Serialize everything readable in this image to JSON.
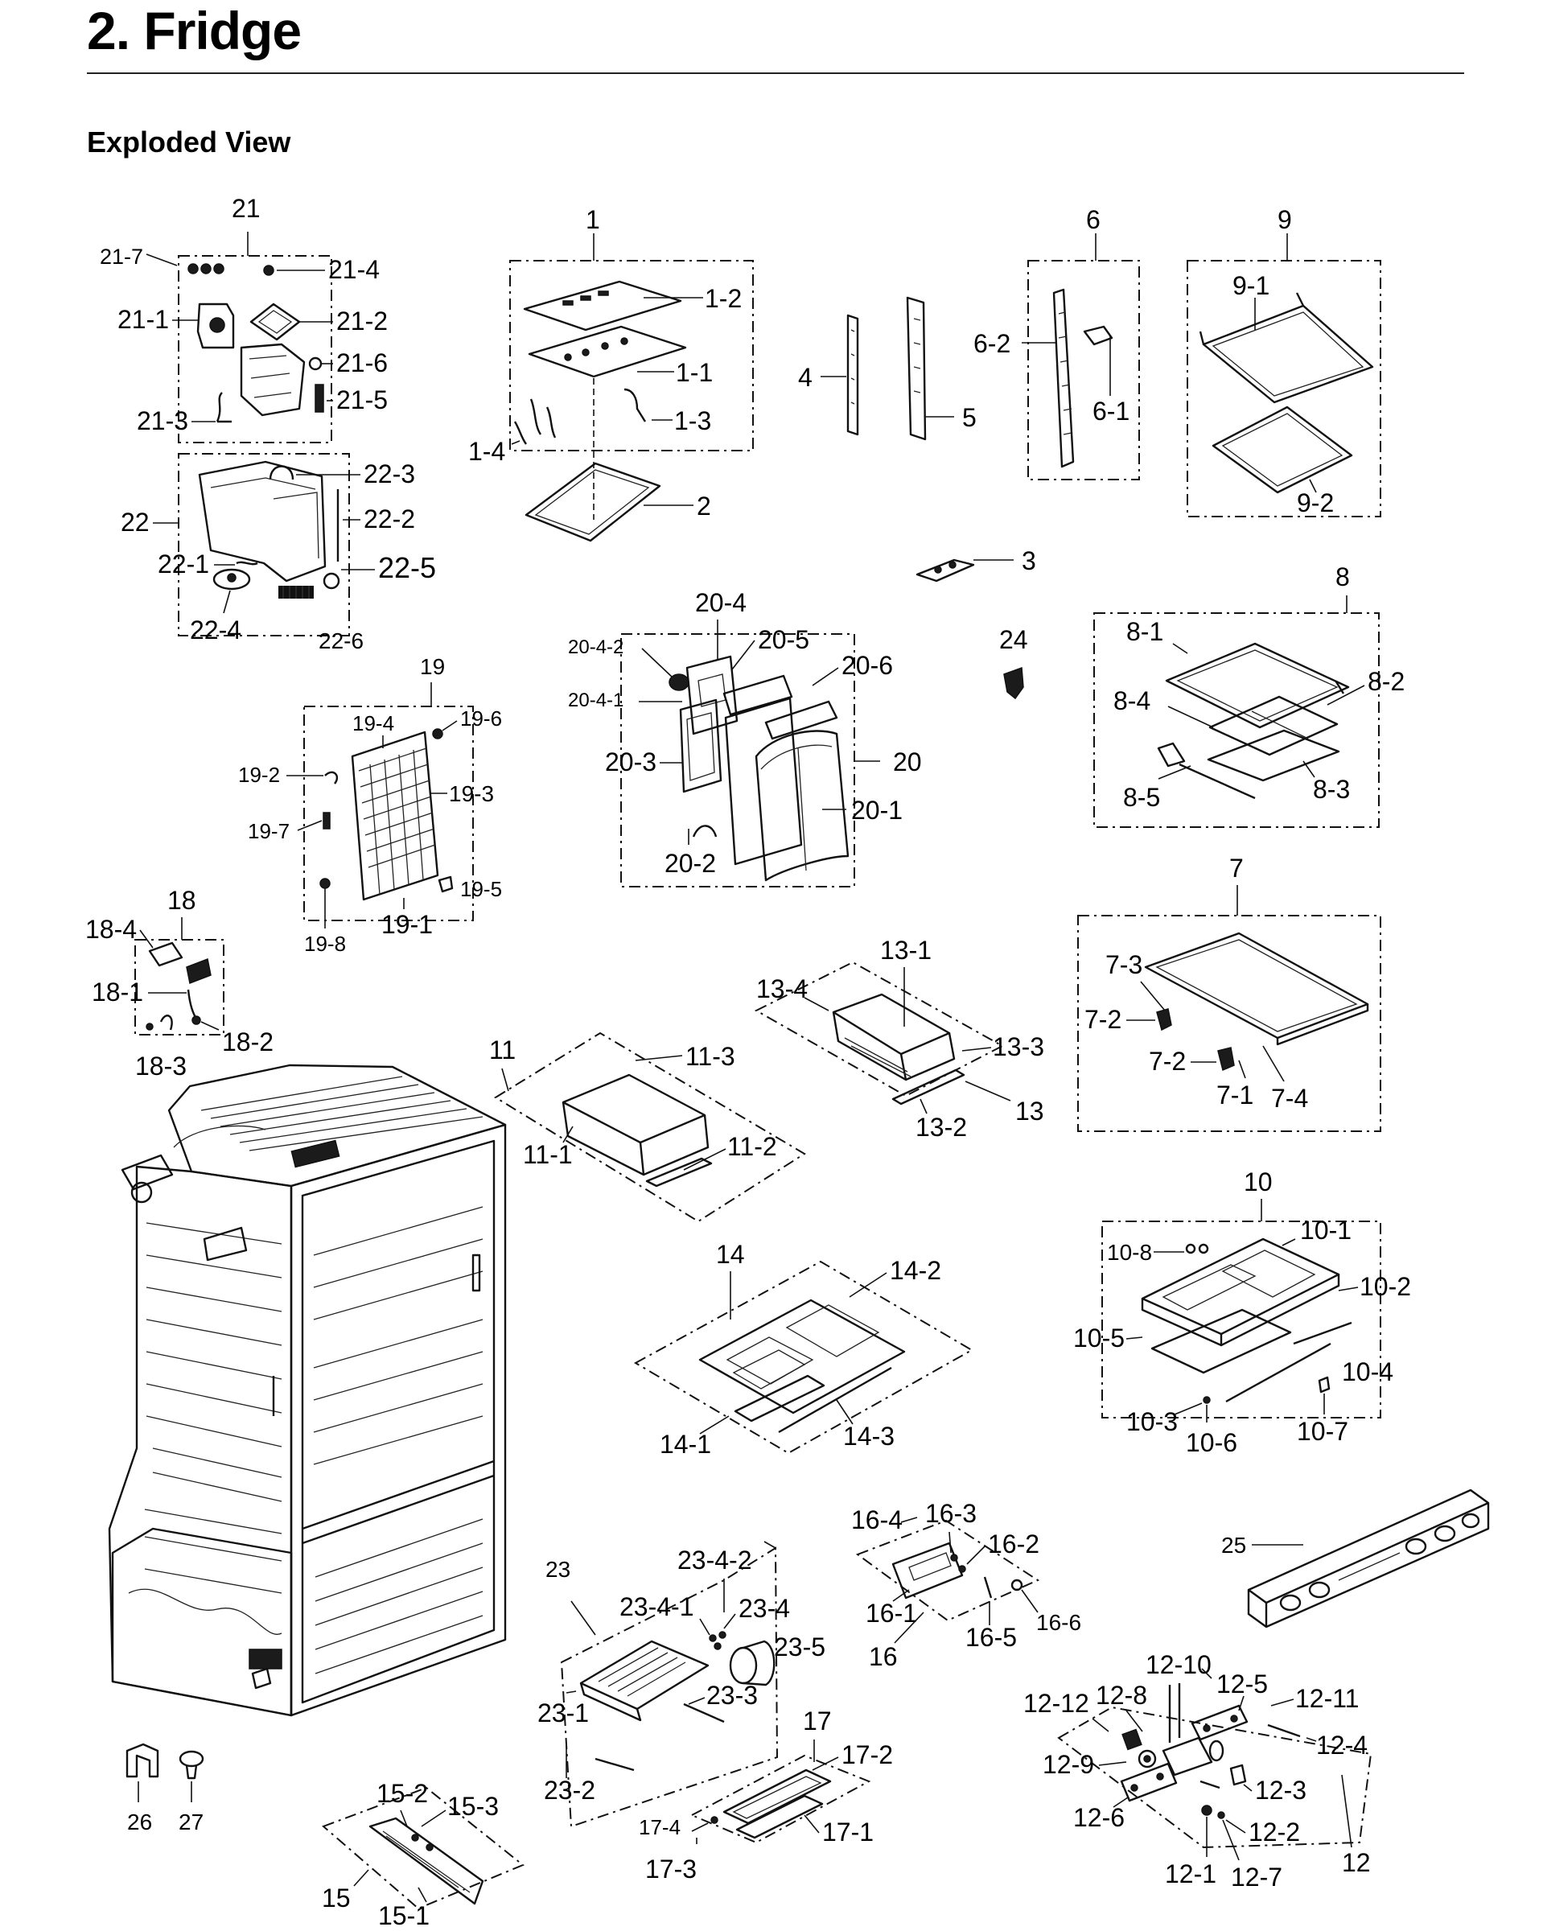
{
  "page": {
    "title": "2.  Fridge",
    "subtitle": "Exploded View"
  },
  "callouts": {
    "c1": "1",
    "c1_1": "1-1",
    "c1_2": "1-2",
    "c1_3": "1-3",
    "c1_4": "1-4",
    "c2": "2",
    "c3": "3",
    "c4": "4",
    "c5": "5",
    "c6": "6",
    "c6_1": "6-1",
    "c6_2": "6-2",
    "c7": "7",
    "c7_1": "7-1",
    "c7_2a": "7-2",
    "c7_2b": "7-2",
    "c7_3": "7-3",
    "c7_4": "7-4",
    "c8": "8",
    "c8_1": "8-1",
    "c8_2": "8-2",
    "c8_3": "8-3",
    "c8_4": "8-4",
    "c8_5": "8-5",
    "c9": "9",
    "c9_1": "9-1",
    "c9_2": "9-2",
    "c10": "10",
    "c10_1": "10-1",
    "c10_2": "10-2",
    "c10_3": "10-3",
    "c10_4": "10-4",
    "c10_5": "10-5",
    "c10_6": "10-6",
    "c10_7": "10-7",
    "c10_8": "10-8",
    "c11": "11",
    "c11_1": "11-1",
    "c11_2": "11-2",
    "c11_3": "11-3",
    "c12": "12",
    "c12_1": "12-1",
    "c12_2": "12-2",
    "c12_3": "12-3",
    "c12_4": "12-4",
    "c12_5": "12-5",
    "c12_6": "12-6",
    "c12_7": "12-7",
    "c12_8": "12-8",
    "c12_9": "12-9",
    "c12_10": "12-10",
    "c12_11": "12-11",
    "c12_12": "12-12",
    "c13": "13",
    "c13_1": "13-1",
    "c13_2": "13-2",
    "c13_3": "13-3",
    "c13_4": "13-4",
    "c14": "14",
    "c14_1": "14-1",
    "c14_2": "14-2",
    "c14_3": "14-3",
    "c15": "15",
    "c15_1": "15-1",
    "c15_2": "15-2",
    "c15_3": "15-3",
    "c16": "16",
    "c16_1": "16-1",
    "c16_2": "16-2",
    "c16_3": "16-3",
    "c16_4": "16-4",
    "c16_5": "16-5",
    "c16_6": "16-6",
    "c17": "17",
    "c17_1": "17-1",
    "c17_2": "17-2",
    "c17_3": "17-3",
    "c17_4": "17-4",
    "c18": "18",
    "c18_1": "18-1",
    "c18_2": "18-2",
    "c18_3": "18-3",
    "c18_4": "18-4",
    "c19": "19",
    "c19_1": "19-1",
    "c19_2": "19-2",
    "c19_3": "19-3",
    "c19_4": "19-4",
    "c19_5": "19-5",
    "c19_6": "19-6",
    "c19_7": "19-7",
    "c19_8": "19-8",
    "c20": "20",
    "c20_1": "20-1",
    "c20_2": "20-2",
    "c20_3": "20-3",
    "c20_4": "20-4",
    "c20_4_1": "20-4-1",
    "c20_4_2": "20-4-2",
    "c20_5": "20-5",
    "c20_6": "20-6",
    "c21": "21",
    "c21_1": "21-1",
    "c21_2": "21-2",
    "c21_3": "21-3",
    "c21_4": "21-4",
    "c21_5": "21-5",
    "c21_6": "21-6",
    "c21_7": "21-7",
    "c22": "22",
    "c22_1": "22-1",
    "c22_2": "22-2",
    "c22_3": "22-3",
    "c22_4": "22-4",
    "c22_5": "22-5",
    "c22_6": "22-6",
    "c23": "23",
    "c23_1": "23-1",
    "c23_2": "23-2",
    "c23_3": "23-3",
    "c23_4": "23-4",
    "c23_4_1": "23-4-1",
    "c23_4_2": "23-4-2",
    "c23_5": "23-5",
    "c24": "24",
    "c25": "25",
    "c26": "26",
    "c27": "27"
  }
}
